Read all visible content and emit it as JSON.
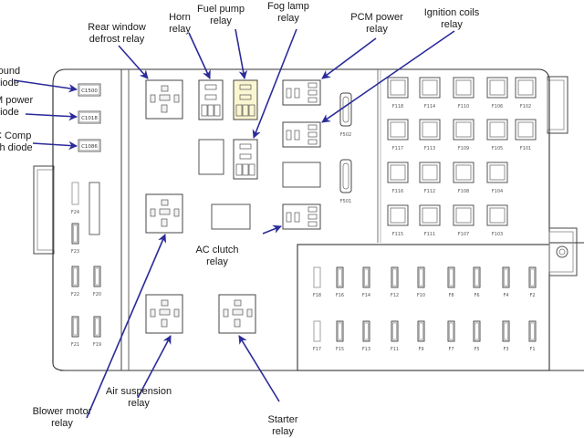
{
  "diagram": {
    "title": "Fuse / relay box layout",
    "accent_color": "#2b2b9a",
    "highlight_color": "#fbf6d2",
    "callouts": [
      {
        "id": "ground-diode",
        "lines": [
          "round",
          "diode"
        ]
      },
      {
        "id": "pcm-power-diode",
        "lines": [
          "M power",
          "diode"
        ]
      },
      {
        "id": "ac-comp-clutch-diode",
        "lines": [
          "C Comp",
          "ch diode"
        ]
      },
      {
        "id": "rear-window-defrost-relay",
        "lines": [
          "Rear window",
          "defrost relay"
        ]
      },
      {
        "id": "horn-relay",
        "lines": [
          "Horn",
          "relay"
        ]
      },
      {
        "id": "fuel-pump-relay",
        "lines": [
          "Fuel pump",
          "relay"
        ]
      },
      {
        "id": "fog-lamp-relay",
        "lines": [
          "Fog lamp",
          "relay"
        ]
      },
      {
        "id": "pcm-power-relay",
        "lines": [
          "PCM power",
          "relay"
        ]
      },
      {
        "id": "ignition-coils-relay",
        "lines": [
          "Ignition coils",
          "relay"
        ]
      },
      {
        "id": "ac-clutch-relay",
        "lines": [
          "AC clutch",
          "relay"
        ]
      },
      {
        "id": "blower-motor-relay",
        "lines": [
          "Blower motor",
          "relay"
        ]
      },
      {
        "id": "air-suspension-relay",
        "lines": [
          "Air suspension",
          "relay"
        ]
      },
      {
        "id": "starter-relay",
        "lines": [
          "Starter",
          "relay"
        ]
      }
    ],
    "diodes": [
      "C1500",
      "C1018",
      "C1086"
    ],
    "left_fuses": [
      "F24",
      "F23",
      "F22",
      "F20",
      "F21",
      "F19"
    ],
    "cartridge_fuses": [
      "F502",
      "F501"
    ],
    "maxi_fuses": {
      "row1": [
        "F118",
        "F114",
        "F110",
        "F106",
        "F102"
      ],
      "row2": [
        "F117",
        "F113",
        "F109",
        "F105",
        "F101"
      ],
      "row3": [
        "F116",
        "F112",
        "F108",
        "F104"
      ],
      "row4": [
        "F115",
        "F111",
        "F107",
        "F103"
      ]
    },
    "mini_fuses": {
      "row1": [
        "F18",
        "F16",
        "F14",
        "F12",
        "F10",
        "F8",
        "F6",
        "F4",
        "F2"
      ],
      "row2": [
        "F17",
        "F15",
        "F13",
        "F11",
        "F9",
        "F7",
        "F5",
        "F3",
        "F1"
      ]
    }
  }
}
